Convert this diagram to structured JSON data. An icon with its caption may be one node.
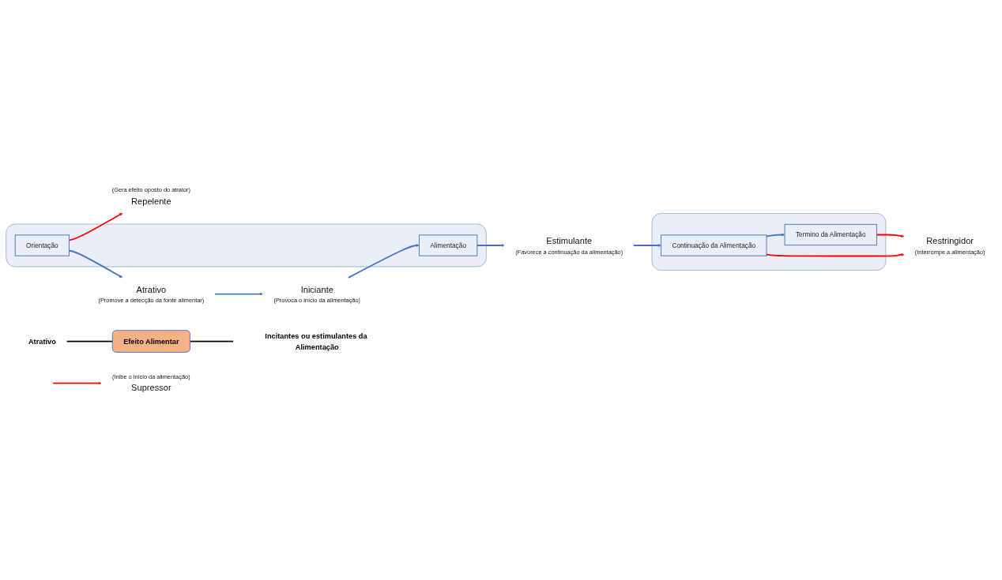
{
  "diagram": {
    "nodes": [
      {
        "text": [],
        "shape": "box"
      },
      {
        "text": [
          "Orientação"
        ],
        "in": 0
      },
      {
        "text": [
          "Alimentação"
        ],
        "in": 0
      },
      {
        "text": [
          "(Gera efeito oposto do atrator)",
          "Repelente"
        ]
      },
      {
        "text": [
          "Atrativo",
          "(Promove a detecção da fonte alimentar)"
        ]
      },
      {
        "text": [
          "(Inibe o início da alimentação)",
          "Supressor"
        ]
      },
      {
        "text": [
          "Iniciante",
          "(Provoca o início da alimentação)"
        ]
      },
      {
        "text": [
          "Estimulante",
          "(Favorece a continuação da alimentação)"
        ]
      },
      {
        "text": [],
        "shape": "box"
      },
      {
        "text": [
          "Continuação da Alimentação"
        ],
        "in": 8
      },
      {
        "text": [
          "Termino da Alimentação"
        ],
        "in": 8
      },
      {
        "text": [
          "Restringidor",
          "(Interrompe a alimentação)"
        ]
      },
      {
        "text": [
          "Atrativo"
        ]
      },
      {
        "text": [
          "Efeito Alimentar"
        ]
      },
      {
        "text": [
          "Incitantes ou estimulantes da Alimentação"
        ]
      }
    ],
    "edges": [
      {
        "from": 1,
        "to": 3,
        "arrow": "to",
        "color": "#ff0000"
      },
      {
        "from": 1,
        "to": 4,
        "arrow": "to"
      },
      {
        "from": 4,
        "to": 6,
        "arrow": "to"
      },
      {
        "from": null,
        "to": 5,
        "arrow": "to",
        "color": "#ff0000"
      },
      {
        "from": 6,
        "to": 2,
        "arrow": "to"
      },
      {
        "from": 2,
        "to": 7,
        "arrow": "to"
      },
      {
        "from": 7,
        "to": 9,
        "arrow": "to"
      },
      {
        "from": 9,
        "to": 10,
        "arrow": "to"
      },
      {
        "from": 9,
        "to": 11,
        "arrow": "to",
        "color": "#ff0000"
      },
      {
        "from": 10,
        "to": 11,
        "arrow": "to",
        "color": "#ff0000"
      },
      {
        "from": 12,
        "to": 13,
        "arrow": "none",
        "color": "#000000"
      },
      {
        "from": 13,
        "to": 14,
        "arrow": "none",
        "color": "#000000"
      }
    ]
  }
}
